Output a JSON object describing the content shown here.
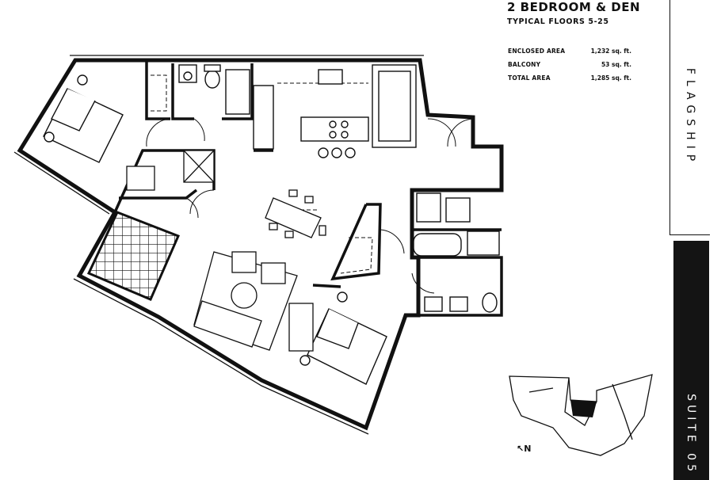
{
  "header": {
    "title": "2 BEDROOM & DEN",
    "subtitle": "TYPICAL FLOORS 5-25"
  },
  "areas": [
    {
      "label": "ENCLOSED AREA",
      "value": "1,232 sq. ft."
    },
    {
      "label": "BALCONY",
      "value": "53 sq. ft."
    },
    {
      "label": "TOTAL AREA",
      "value": "1,285 sq. ft."
    }
  ],
  "brand": "FLAGSHIP",
  "suite": "SUITE 05",
  "north_label": "N"
}
